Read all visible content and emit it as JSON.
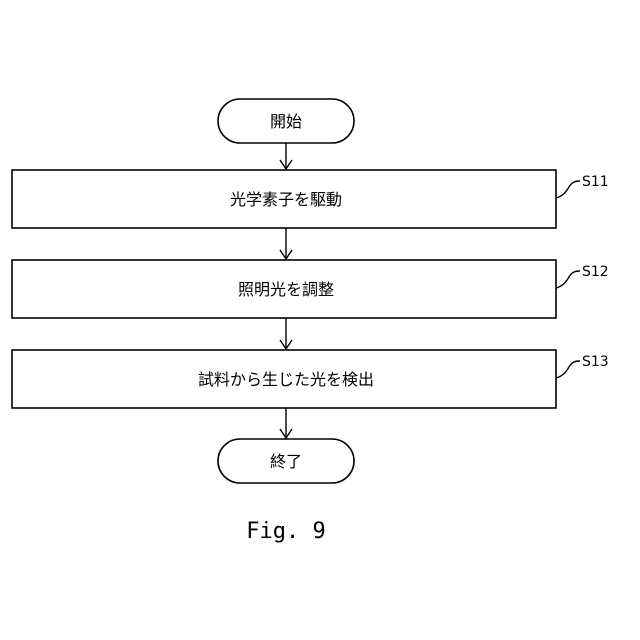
{
  "flowchart": {
    "start": {
      "label": "開始"
    },
    "steps": [
      {
        "label": "光学素子を駆動",
        "ref": "S11"
      },
      {
        "label": "照明光を調整",
        "ref": "S12"
      },
      {
        "label": "試料から生じた光を検出",
        "ref": "S13"
      }
    ],
    "end": {
      "label": "終了"
    }
  },
  "caption": "Fig. 9"
}
